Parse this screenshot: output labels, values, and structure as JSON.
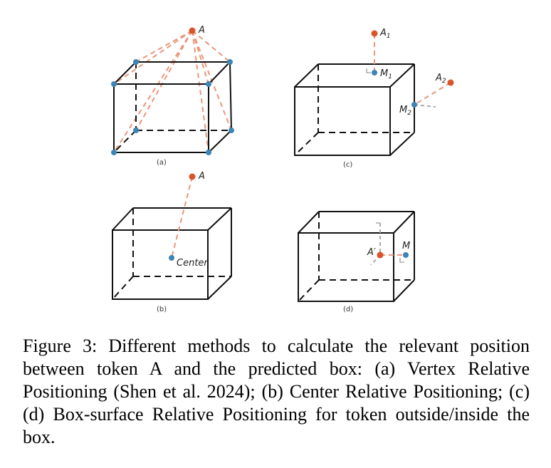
{
  "figure": {
    "panel_a": {
      "sublabel": "(a)",
      "point_label": "A"
    },
    "panel_b": {
      "sublabel": "(b)",
      "point_label": "A",
      "center_label": "Center"
    },
    "panel_c": {
      "sublabel": "(c)",
      "a1": "A",
      "a1_sub": "1",
      "m1": "M",
      "m1_sub": "1",
      "a2": "A",
      "a2_sub": "2",
      "m2": "M",
      "m2_sub": "2"
    },
    "panel_d": {
      "sublabel": "(d)",
      "a_prime": "A′",
      "m": "M"
    },
    "colors": {
      "point_orange": "#d9532b",
      "point_blue": "#3d85b4",
      "line_orange": "#e9967a",
      "line_gray": "#aaaaaa"
    }
  },
  "caption": "Figure 3: Different methods to calculate the relevant position between token A and the predicted box: (a) Vertex Relative Positioning (Shen et al. 2024); (b) Center Relative Positioning; (c)(d) Box-surface Relative Positioning for token outside/inside the box."
}
